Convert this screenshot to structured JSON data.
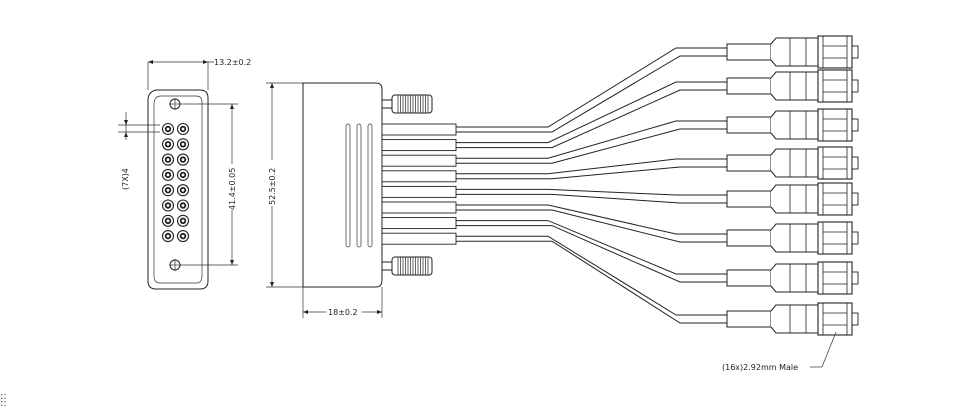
{
  "dimensions": {
    "face_width": "13.2±0.2",
    "contact_pitch": "(7X)4",
    "mount_hole_spacing": "41.4±0.05",
    "shell_height": "52.5±0.2",
    "shell_depth": "18±0.2"
  },
  "callout": {
    "connector_label": "(16x)2.92mm Male"
  },
  "colors": {
    "ink": "#222222",
    "background": "#ffffff"
  }
}
